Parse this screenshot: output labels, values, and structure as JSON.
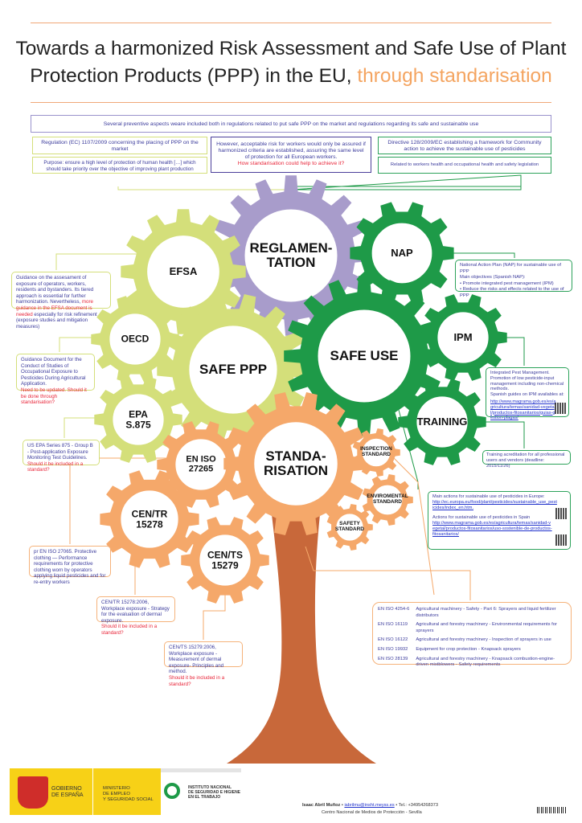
{
  "title": {
    "line1": "Towards a harmonized Risk Assessment and Safe Use of Plant",
    "line2_main": "Protection Products (PPP) in the EU, ",
    "line2_highlight": "through standarisation"
  },
  "colors": {
    "purple": "#a89ccb",
    "light_green": "#d4df7a",
    "green": "#1e9a48",
    "orange": "#f5a86a",
    "trunk": "#c8683a",
    "text": "#3b3b9c",
    "alert": "#e8263a",
    "title_highlight": "#f4a460"
  },
  "intro": "Several preventive aspects weare included both in regulations related to put safe PPP on the market and regulations regarding its safe and sustainable use",
  "regulation": {
    "title": "Regulation (EC) 1107/2009 concerning the placing of PPP on the market",
    "purpose": "Purpose: ensure a high level of protection of human health […] which should take priority over the objective of improving plant production"
  },
  "center_box": {
    "text": "However, acceptable risk for workers would only be assured if harmonized criteria are established, assuring the same level of protection for all European workers.",
    "question": "How standarisation could help to achieve it?"
  },
  "directive": {
    "title": "Directive 128/2009/EC  establishing a framework for Community action to achieve the sustainable use of pesticides",
    "related": "Related to workers health and occupational health and safety legislation"
  },
  "gears": {
    "reglamentation": "REGLAMEN-\nTATION",
    "efsa": "EFSA",
    "oecd": "OECD",
    "safe_ppp": "SAFE PPP",
    "epa": "EPA\nS.875",
    "nap": "NAP",
    "safe_use": "SAFE USE",
    "ipm": "IPM",
    "training": "TRAINING",
    "en_iso_27265": "EN ISO\n27265",
    "standarisation": "STANDA-\nRISATION",
    "cen_tr": "CEN/TR\n15278",
    "cen_ts": "CEN/TS\n15279",
    "inspection": "INSPECTION\nSTANDARD",
    "enviromental": "ENVIROMENTAL\nSTANDARD",
    "safety": "SAFETY\nSTANDARD"
  },
  "efsa_box": {
    "text": "Guidance on the assesament of exposure of operators, workers, residents and bystanders. Its tiered approach  is essential for further harmonization. Nevertheless, ",
    "red": "more guidance in the EFSA document is needed",
    "tail": " especially for risk refinement (exposure studies and mitigation measures)"
  },
  "oecd_box": {
    "text": "Guidance Document for the Conduct of Studies of Occupational Exposure to Pesticides During Agricultural Application.",
    "red": "Need to be updated.  Should it be done through standarisation?"
  },
  "epa_box": {
    "text": "US EPA Series 875 - Group B - Post-application Exposure Monitoring Test Guidelines. ",
    "red": "Should it be included in a standard?"
  },
  "nap_box": {
    "title": "National Action Plan (NAP) for sustainable use of PPP",
    "sub": "Main objectives (Spanish NAP):",
    "bullets": [
      "Promote integrated pest management (IPM)",
      "Reduce the risks and effects related to the use of PPP"
    ]
  },
  "ipm_box": {
    "text": "Integrated Pest Management. Promotion of low pesticide-input management including non-chemical methods.",
    "guides": "Spanish guides on IPM availables at:",
    "link": "http://www.magrama.gob.es/es/agricultura/temas/sanidad-vegetal/productos-fitosanitarios/guias-gestion-plagas/"
  },
  "training_box": "Training acreditation for all professional users and vendors (deadline:  2015/11/26)",
  "europe_box": {
    "eu_title": "Main actions for sustainable use of pesticides in Europe:",
    "eu_link": "http://ec.europa.eu/food/plant/pesticides/sustainable_use_pesticides/index_en.htm.",
    "es_title": "Actions for sustainable use of pesticides in Spain",
    "es_link": "http://www.magrama.gob.es/es/agricultura/temas/sanidad-vegetal/productos-fitosanitarios/uso-sostenible-de-productos-fitosanitarios/"
  },
  "pren_box": "pr EN ISO 27065. Protective clothing — Performance requirements for protective clothing worn by operators applying liquid pesticides and for re-entry workers",
  "centr_box": {
    "text": "CEN/TR 15278:2006, Workplace exposure - Strategy for the evaluation of dermal exposure.",
    "red": "Should it be included in a standard?"
  },
  "cents_box": {
    "text": "CEN/TS 15279:2006, Workplace exposure - Measurement of dermal exposure- Principles and method.",
    "red": "Should it be included in a standard?"
  },
  "standards_table": [
    {
      "code": "EN ISO 4254-6",
      "desc": "Agricultural machinery - Safety - Part 6: Sprayers and liquid fertilizer distributors"
    },
    {
      "code": "EN ISO 16119",
      "desc": "Agricultural and forestry machinery - Environmental requirements for sprayers"
    },
    {
      "code": "EN ISO 16122",
      "desc": "Agricultural and forestry machinery - Inspection of sprayers in use"
    },
    {
      "code": "EN ISO 19932",
      "desc": "Equipment for crop protection - Knapsack sprayers"
    },
    {
      "code": "EN ISO 28139",
      "desc": "Agricultural and forestry machinery - Knapsack combustion-engine-driven mistblowers - Safety requirements"
    }
  ],
  "footer": {
    "gob1": "GOBIERNO",
    "gob2": "DE ESPAÑA",
    "min1": "MINISTERIO",
    "min2": "DE EMPLEO",
    "min3": "Y SEGURIDAD SOCIAL",
    "insht1": "INSTITUTO NACIONAL",
    "insht2": "DE SEGURIDAD E HIGIENE",
    "insht3": "EN EL TRABAJO",
    "author": "Isaac Abril Muñoz",
    "email": "iabrilmu@insht.meyss.es",
    "tel": "• Tel.: +34954268373",
    "center": "Centro Nacional de Medios de Protección - Sevilla"
  }
}
